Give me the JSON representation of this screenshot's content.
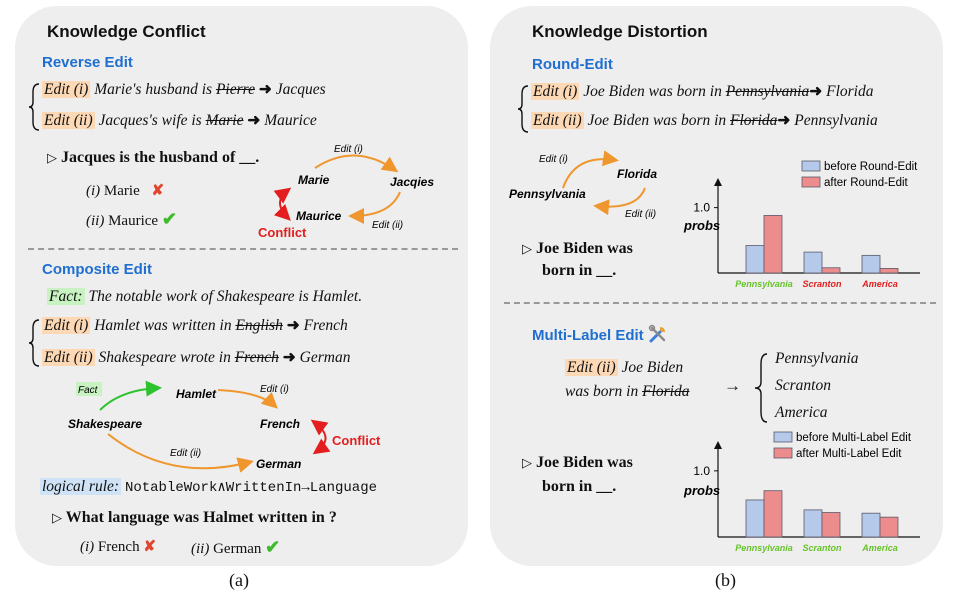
{
  "left": {
    "title": "Knowledge Conflict",
    "reverse": {
      "heading": "Reverse Edit",
      "edit1": {
        "tag": "Edit (i)",
        "pre": "Marie's husband is",
        "old": "Pierre",
        "new": "Jacques"
      },
      "edit2": {
        "tag": "Edit (ii)",
        "pre": "Jacques's wife is",
        "old": "Marie",
        "new": "Maurice"
      },
      "question": "Jacques is the husband of __.",
      "opt1": {
        "num": "(i)",
        "text": "Marie",
        "mark": "✘"
      },
      "opt2": {
        "num": "(ii)",
        "text": "Maurice",
        "mark": "✔"
      },
      "graph": {
        "marie": "Marie",
        "jacqies": "Jacqies",
        "maurice": "Maurice",
        "e1": "Edit (i)",
        "e2": "Edit (ii)",
        "conflict": "Conflict"
      }
    },
    "composite": {
      "heading": "Composite Edit",
      "fact_tag": "Fact:",
      "fact_text": "The notable work of Shakespeare is Hamlet.",
      "edit1": {
        "tag": "Edit (i)",
        "pre": "Hamlet was written in",
        "old": "English",
        "new": "French"
      },
      "edit2": {
        "tag": "Edit (ii)",
        "pre": "Shakespeare wrote in",
        "old": "French",
        "new": "German"
      },
      "graph": {
        "fact": "Fact",
        "hamlet": "Hamlet",
        "shakespeare": "Shakespeare",
        "french": "French",
        "german": "German",
        "e1": "Edit (i)",
        "e2": "Edit (ii)",
        "conflict": "Conflict"
      },
      "rule_tag": "logical rule:",
      "rule_text": "NotableWork∧WrittenIn→Language",
      "question": "What language was Halmet written in ?",
      "opt1": {
        "num": "(i)",
        "text": "French",
        "mark": "✘"
      },
      "opt2": {
        "num": "(ii)",
        "text": "German",
        "mark": "✔"
      }
    },
    "caption": "(a)"
  },
  "right": {
    "title": "Knowledge Distortion",
    "round": {
      "heading": "Round-Edit",
      "edit1": {
        "tag": "Edit (i)",
        "pre": "Joe Biden was born in",
        "old": "Pennsylvania",
        "new": "Florida"
      },
      "edit2": {
        "tag": "Edit (ii)",
        "pre": "Joe Biden was born in",
        "old": "Florida",
        "new": "Pennsylvania"
      },
      "graph": {
        "e1": "Edit (i)",
        "florida": "Florida",
        "pennsylvania": "Pennsylvania",
        "e2": "Edit (ii)"
      },
      "question_l1": "Joe Biden was",
      "question_l2": "born in __.",
      "arrow": "→"
    },
    "multi": {
      "heading": "Multi-Label Edit",
      "edit_tag": "Edit (ii)",
      "edit_l1": "Joe Biden",
      "edit_l2_pre": "was born in",
      "edit_old": "Florida",
      "targets": [
        "Pennsylvania",
        "Scranton",
        "America"
      ],
      "question_l1": "Joe Biden was",
      "question_l2": "born in __."
    },
    "caption": "(b)"
  },
  "colors": {
    "before": "#b5c9ea",
    "after": "#ec8c8c",
    "edit_highlight": "#fcd8b4",
    "fact_highlight": "#c9f2c2",
    "rule_highlight": "#cfe2f6",
    "heading_blue": "#1f6fd1",
    "arrow_orange": "#f0962e",
    "arrow_green": "#2fc22f",
    "conflict_red": "#e41e1e",
    "label_green": "#66c32a",
    "label_red": "#e02020"
  },
  "chart_data": [
    {
      "type": "bar",
      "categories": [
        "Pennsylvania",
        "Scranton",
        "America"
      ],
      "category_colors": [
        "#66c32a",
        "#e02020",
        "#e02020"
      ],
      "ylabel": "probs",
      "yticks": [
        1.0
      ],
      "ylim": [
        0,
        1.3
      ],
      "series": [
        {
          "name": "before Round-Edit",
          "values": [
            0.42,
            0.32,
            0.27
          ],
          "color": "#b5c9ea"
        },
        {
          "name": "after Round-Edit",
          "values": [
            0.88,
            0.08,
            0.07
          ],
          "color": "#ec8c8c"
        }
      ],
      "legend": "top-right"
    },
    {
      "type": "bar",
      "categories": [
        "Pennsylvania",
        "Scranton",
        "America"
      ],
      "category_colors": [
        "#66c32a",
        "#66c32a",
        "#66c32a"
      ],
      "ylabel": "probs",
      "yticks": [
        1.0
      ],
      "ylim": [
        0,
        1.3
      ],
      "series": [
        {
          "name": "before Multi-Label Edit",
          "values": [
            0.56,
            0.41,
            0.36
          ],
          "color": "#b5c9ea"
        },
        {
          "name": "after Multi-Label Edit",
          "values": [
            0.7,
            0.37,
            0.3
          ],
          "color": "#ec8c8c"
        }
      ],
      "legend": "top-right"
    }
  ]
}
